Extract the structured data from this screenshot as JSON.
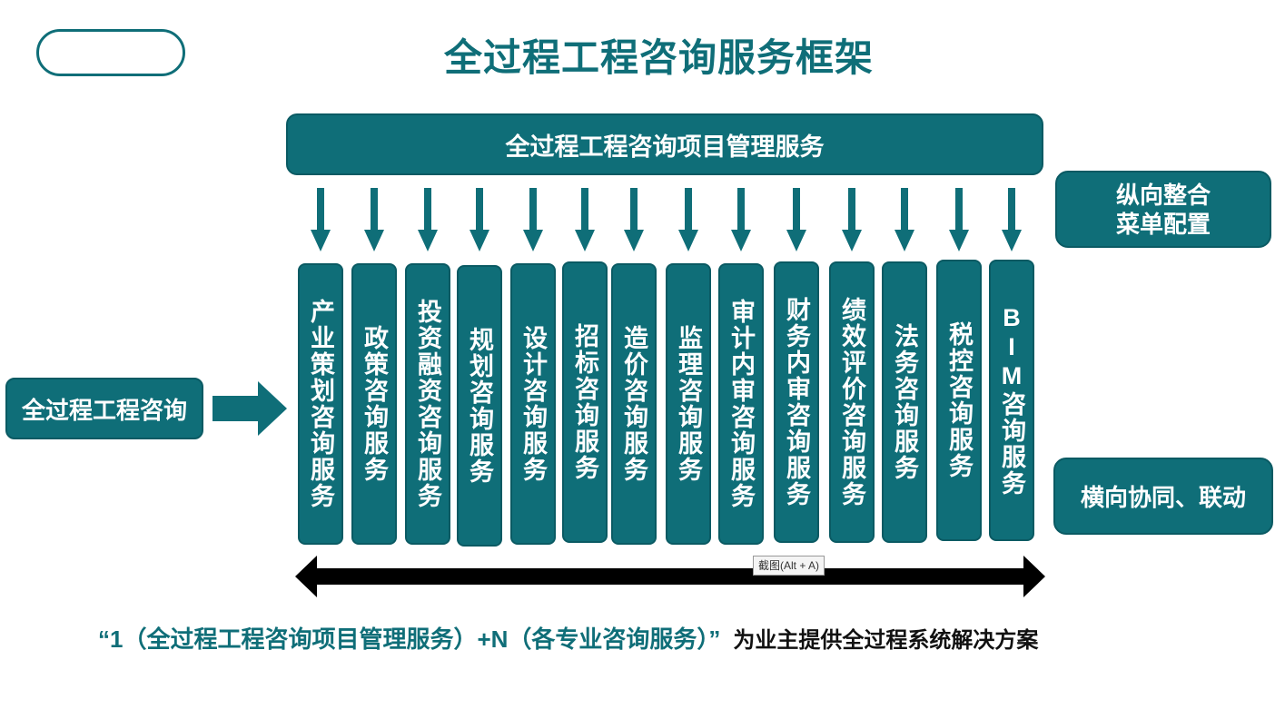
{
  "title": "全过程工程咨询服务框架",
  "top_bar": "全过程工程咨询项目管理服务",
  "right_top": [
    "纵向整合",
    "菜单配置"
  ],
  "right_bottom": "横向协同、联动",
  "left_box": "全过程工程咨询",
  "services": [
    "产业策划咨询服务",
    "政策咨询服务",
    "投资融资咨询服务",
    "规划咨询服务",
    "设计咨询服务",
    "招标咨询服务",
    "造价咨询服务",
    "监理咨询服务",
    "审计内审咨询服务",
    "财务内审咨询服务",
    "绩效评价咨询服务",
    "法务咨询服务",
    "税控咨询服务",
    "BIM咨询服务"
  ],
  "tooltip": "截图(Alt + A)",
  "footer": {
    "teal": "“1（全过程工程咨询项目管理服务）+N（各专业咨询服务）”",
    "black": "为业主提供全过程系统解决方案"
  },
  "colors": {
    "primary": "#0f6e78",
    "arrow": "#000000"
  }
}
